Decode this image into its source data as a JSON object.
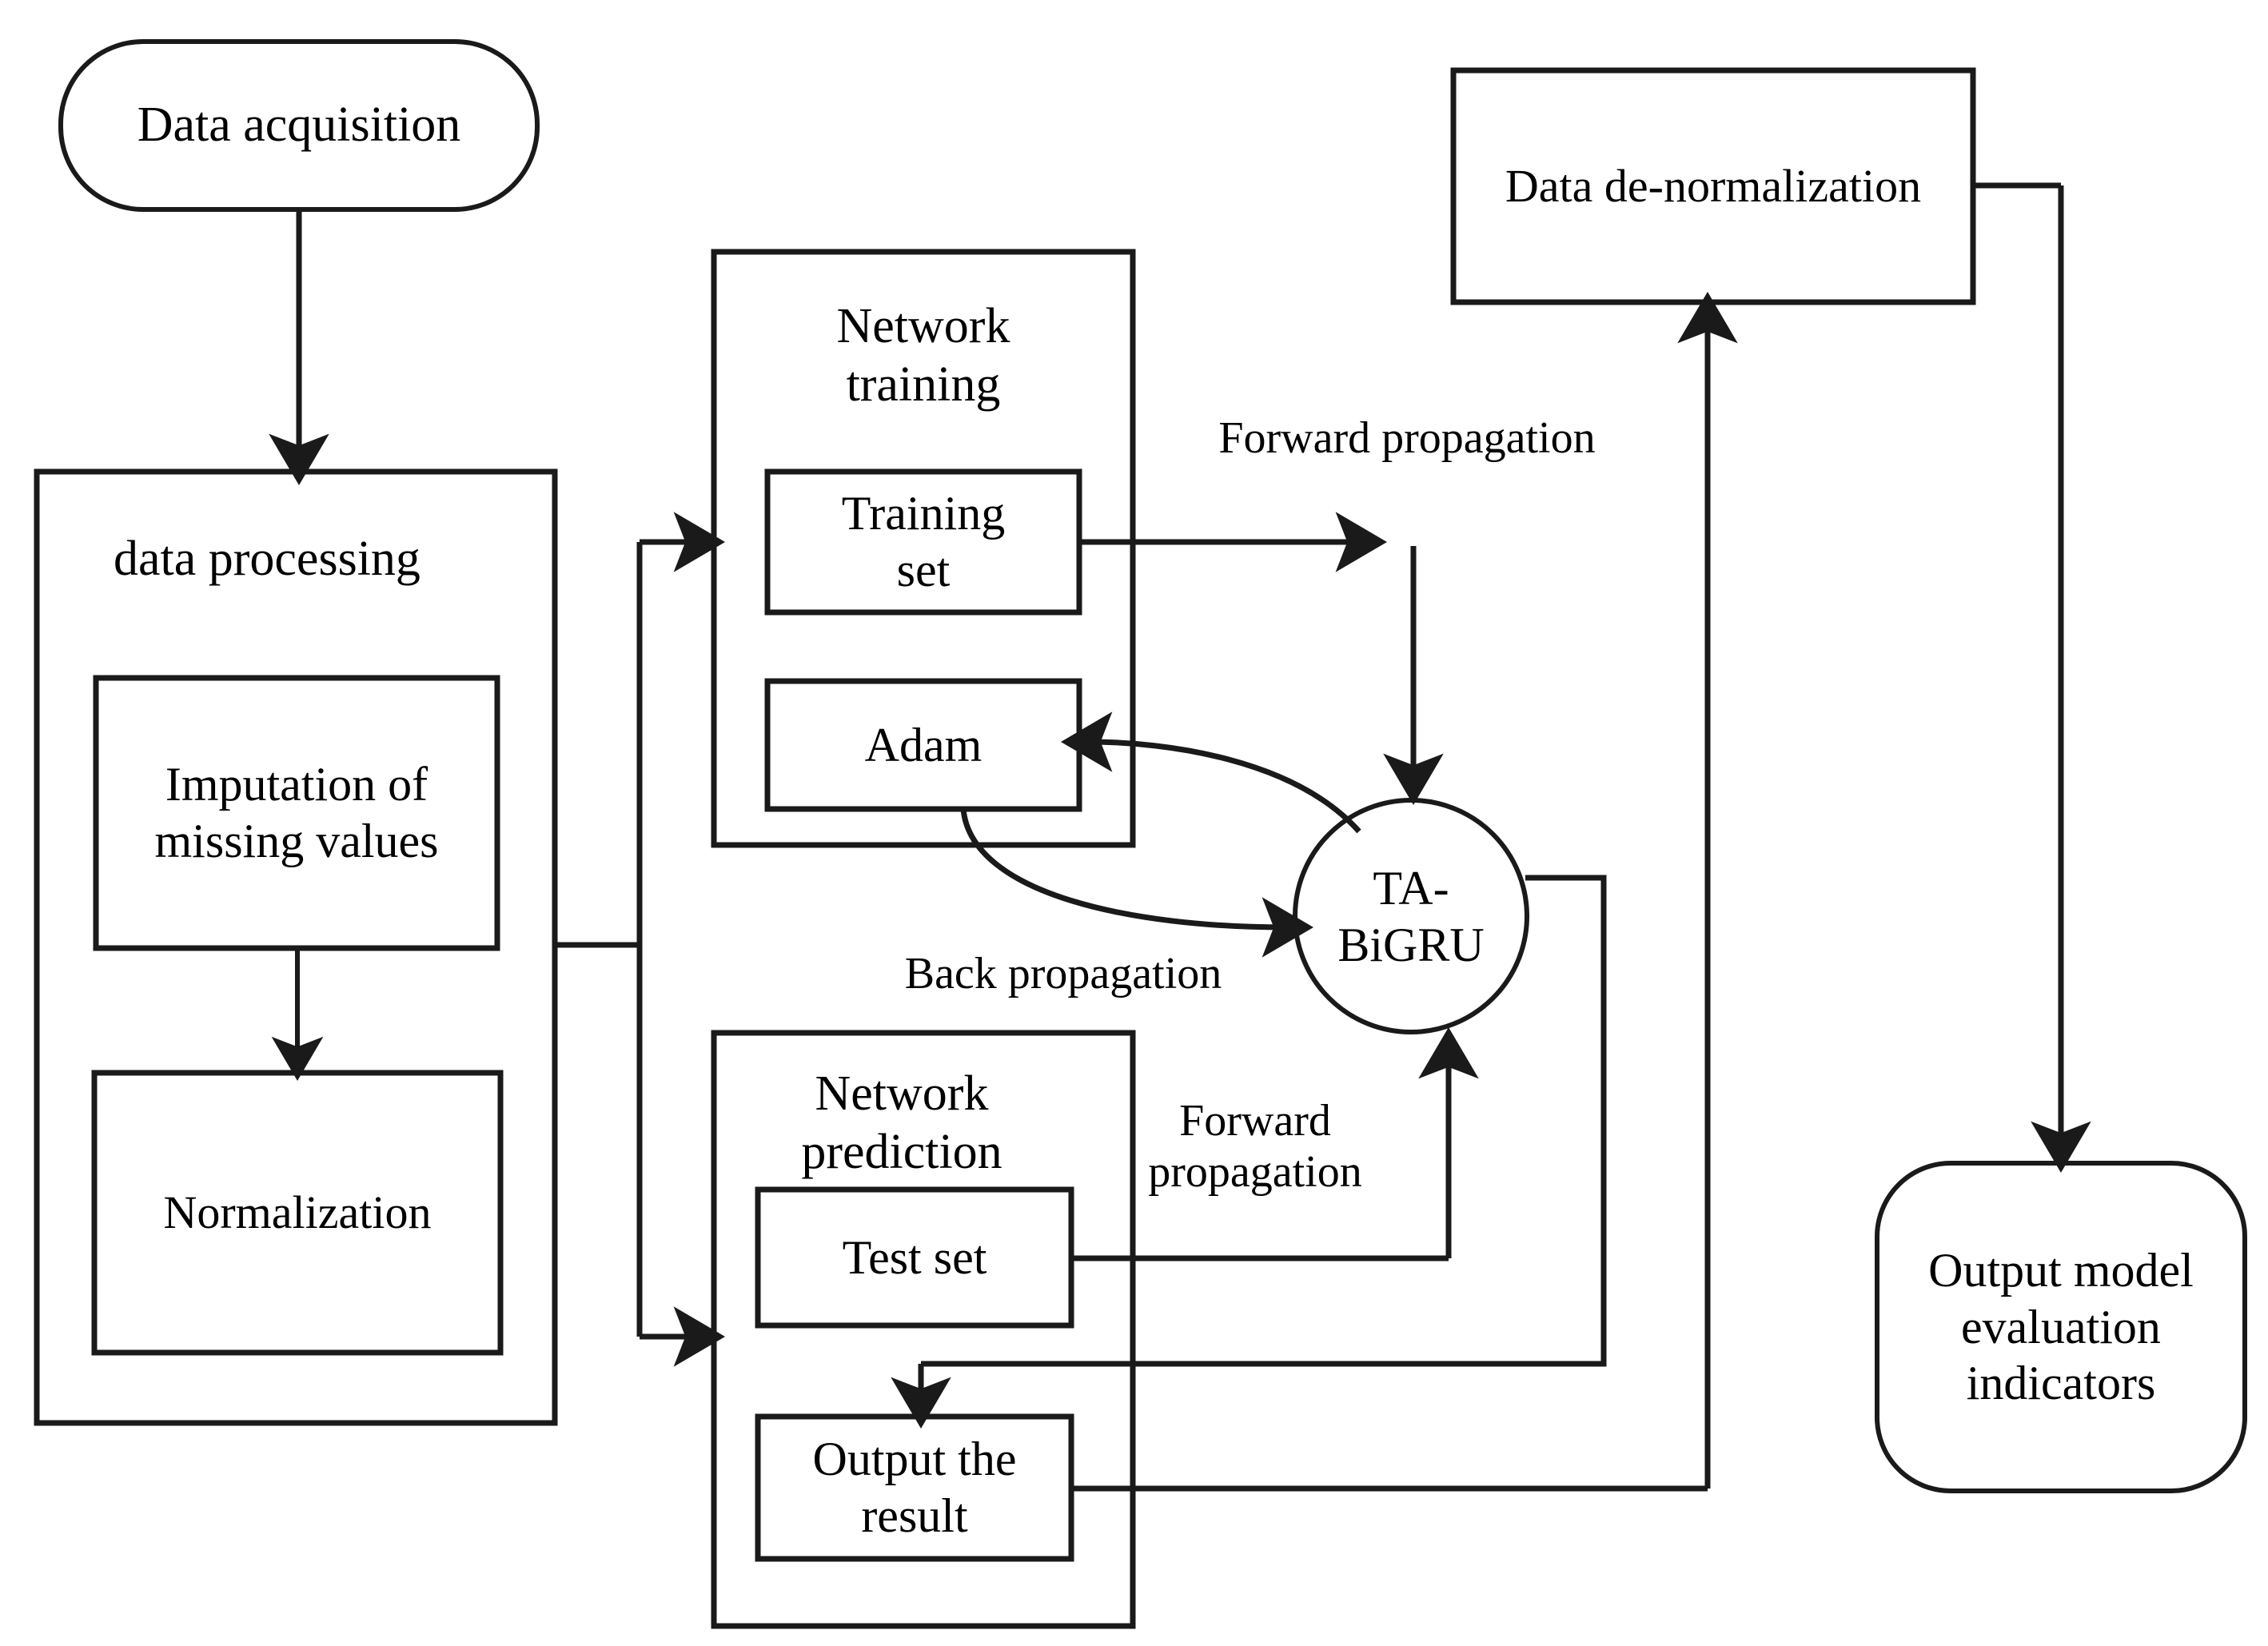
{
  "diagram": {
    "title": "TA-BiGRU prediction model workflow flowchart",
    "stroke_color": "#1a1a1a",
    "fill_color": "#ffffff",
    "background": "#ffffff"
  },
  "nodes": {
    "data_acquisition": {
      "label": "Data acquisition",
      "shape": "rounded-terminator"
    },
    "data_processing": {
      "label": "data processing",
      "shape": "rectangle-container"
    },
    "imputation": {
      "label": "Imputation of\nmissing values",
      "shape": "rectangle"
    },
    "normalization": {
      "label": "Normalization",
      "shape": "rectangle"
    },
    "network_training": {
      "label": "Network\ntraining",
      "shape": "rectangle-container"
    },
    "training_set": {
      "label": "Training\nset",
      "shape": "rectangle"
    },
    "adam": {
      "label": "Adam",
      "shape": "rectangle"
    },
    "network_prediction": {
      "label": "Network\nprediction",
      "shape": "rectangle-container"
    },
    "test_set": {
      "label": "Test set",
      "shape": "rectangle"
    },
    "output_the_result": {
      "label": "Output the\nresult",
      "shape": "rectangle"
    },
    "ta_bigru": {
      "label": "TA-\nBiGRU",
      "shape": "circle"
    },
    "data_denormalization": {
      "label": "Data de-normalization",
      "shape": "rectangle"
    },
    "output_model_evaluation": {
      "label": "Output model\nevaluation\nindicators",
      "shape": "rounded-terminator"
    }
  },
  "edge_labels": {
    "forward_propagation_top": "Forward propagation",
    "back_propagation": "Back propagation",
    "forward_propagation_bottom": "Forward\npropagation"
  },
  "edges": [
    {
      "name": "acquisition-to-processing",
      "from": "data_acquisition",
      "to": "data_processing",
      "arrow": true
    },
    {
      "name": "imputation-to-normalization",
      "from": "imputation",
      "to": "normalization",
      "arrow": true
    },
    {
      "name": "processing-to-training",
      "from": "data_processing",
      "to": "network_training",
      "arrow": true
    },
    {
      "name": "processing-to-prediction",
      "from": "data_processing",
      "to": "network_prediction",
      "arrow": true
    },
    {
      "name": "trainingset-to-bigru",
      "from": "training_set",
      "to": "ta_bigru",
      "arrow": true,
      "label": "forward_propagation_top"
    },
    {
      "name": "adam-to-bigru",
      "from": "adam",
      "to": "ta_bigru",
      "arrow": true,
      "label": "back_propagation"
    },
    {
      "name": "bigru-to-adam",
      "from": "ta_bigru",
      "to": "adam",
      "arrow": true
    },
    {
      "name": "testset-to-bigru",
      "from": "test_set",
      "to": "ta_bigru",
      "arrow": true,
      "label": "forward_propagation_bottom"
    },
    {
      "name": "bigru-to-output-result",
      "from": "ta_bigru",
      "to": "output_the_result",
      "arrow": true
    },
    {
      "name": "output-result-to-denormalization",
      "from": "output_the_result",
      "to": "data_denormalization",
      "arrow": true
    },
    {
      "name": "denormalization-to-evaluation",
      "from": "data_denormalization",
      "to": "output_model_evaluation",
      "arrow": true
    }
  ]
}
